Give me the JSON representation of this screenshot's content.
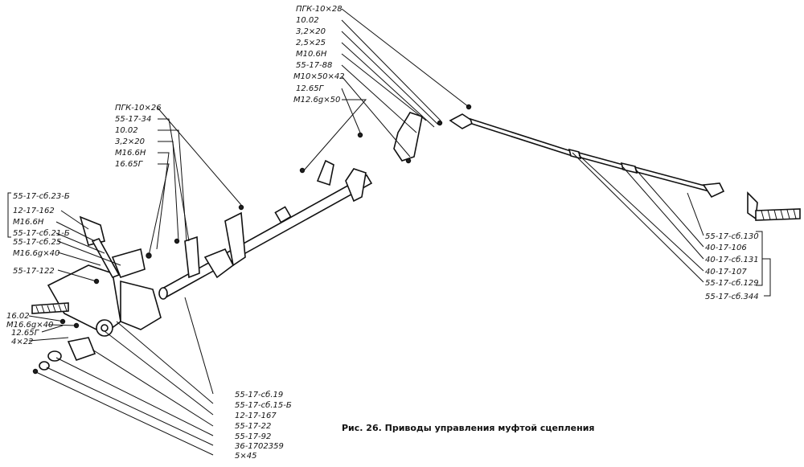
{
  "figure": {
    "caption": "Рис. 26. Приводы управления муфтой сцепления"
  },
  "labels": {
    "top": [
      "ПГК-10×28",
      "10.02",
      "3,2×20",
      "2,5×25",
      "М10.6Н",
      "55-17-88",
      "М10×50×42",
      "12.65Г",
      "М12.6g×50"
    ],
    "mid": [
      "ПГК-10×26",
      "55-17-34",
      "10.02",
      "3,2×20",
      "М16.6Н",
      "16.65Г"
    ],
    "left_group": [
      "55-17-сб.23-Б",
      "12-17-162",
      "М16.6Н",
      "55-17-сб.21-Б"
    ],
    "left": [
      "55-17-сб.25",
      "М16.6g×40",
      "55-17-122"
    ],
    "left_lower": [
      "16.02",
      "М16.6g×40",
      "12.65Г",
      "4×22"
    ],
    "bottom": [
      "55-17-сб.19",
      "55-17-сб.15-Б",
      "12-17-167",
      "55-17-22",
      "55-17-92",
      "36-1702359",
      "5×45"
    ],
    "right_group": [
      "55-17-сб.130",
      "40-17-106",
      "40-17-сб.131",
      "40-17-107",
      "55-17-сб.129"
    ],
    "right_total": "55-17-сб.344"
  }
}
